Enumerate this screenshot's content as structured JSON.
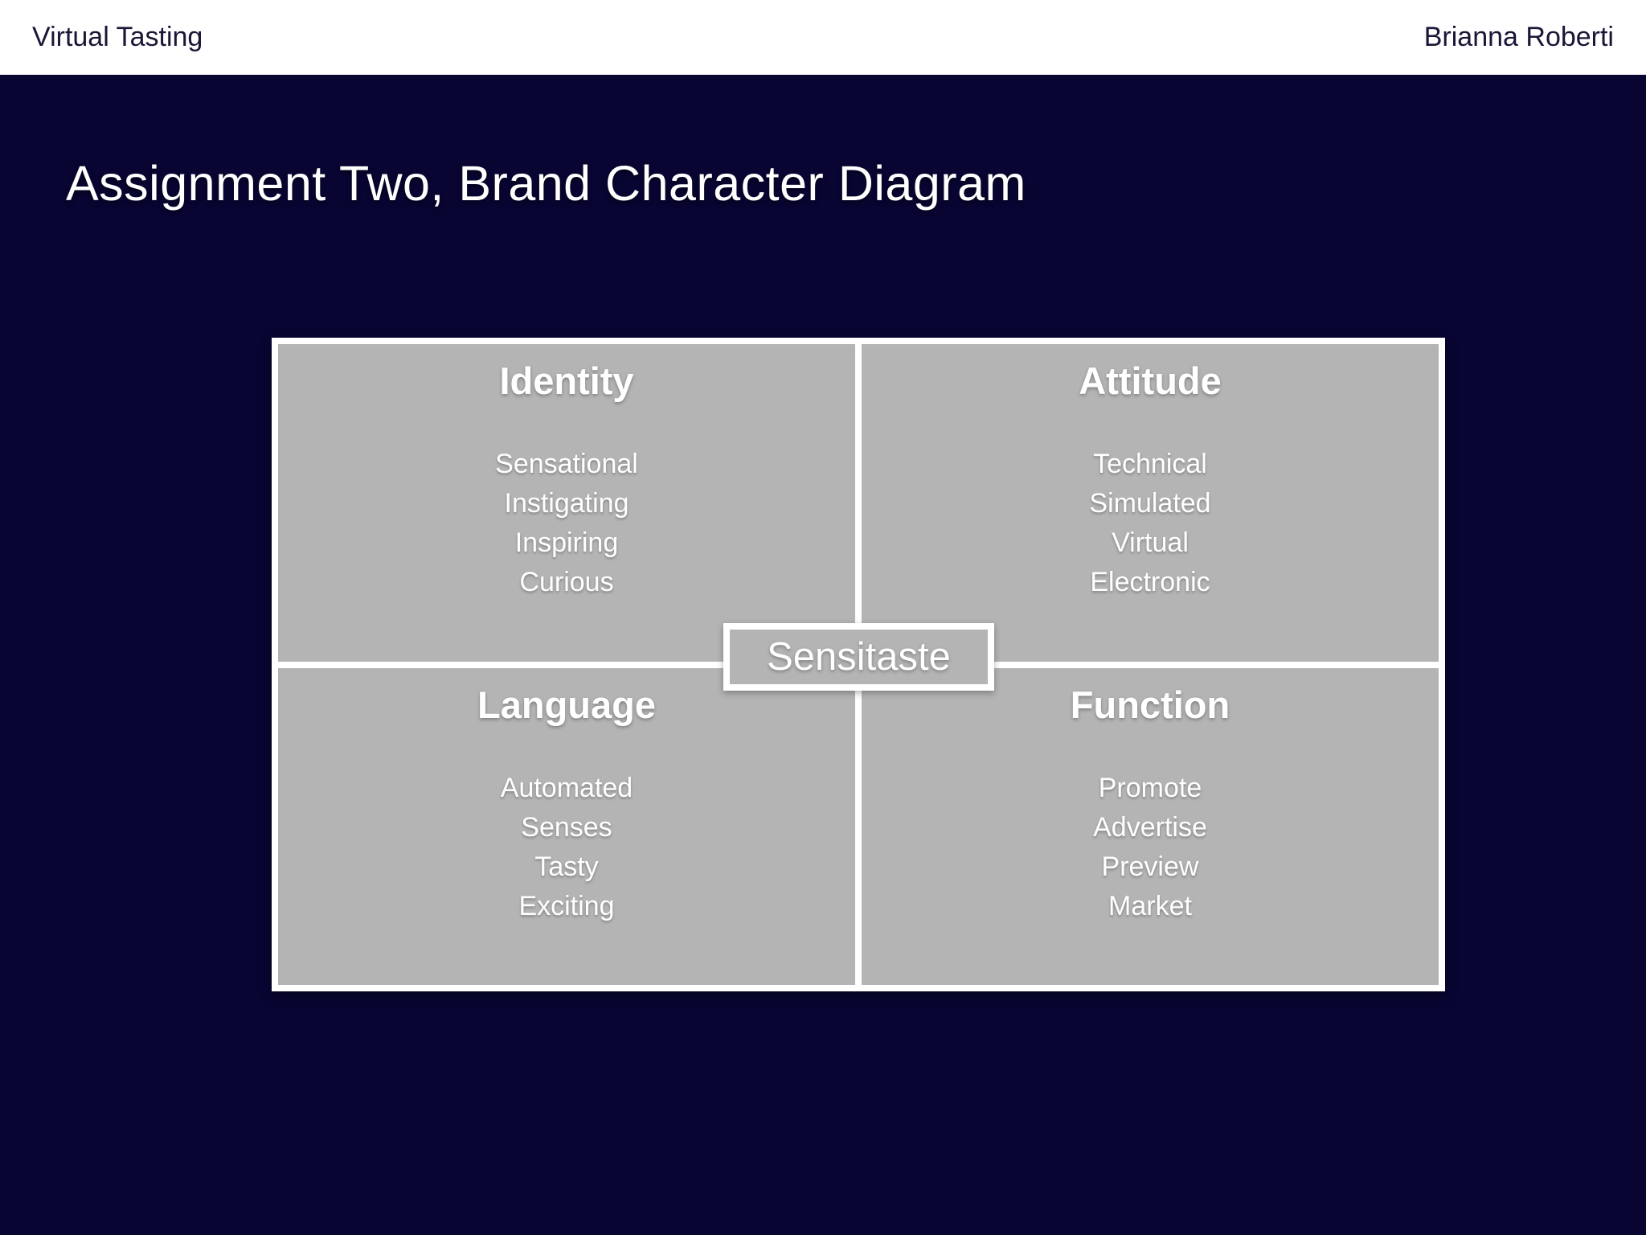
{
  "colors": {
    "background": "#080533",
    "topbar_bg": "#ffffff",
    "topbar_text": "#191636",
    "quadrant_bg": "#b4b4b4",
    "line_and_text": "#ffffff"
  },
  "topbar": {
    "left_label": "Virtual Tasting",
    "right_label": "Brianna Roberti"
  },
  "title": "Assignment Two, Brand Character Diagram",
  "diagram": {
    "center_label": "Sensitaste",
    "quadrants": [
      {
        "title": "Identity",
        "items": [
          "Sensational",
          "Instigating",
          "Inspiring",
          "Curious"
        ]
      },
      {
        "title": "Attitude",
        "items": [
          "Technical",
          "Simulated",
          "Virtual",
          "Electronic"
        ]
      },
      {
        "title": "Language",
        "items": [
          "Automated",
          "Senses",
          "Tasty",
          "Exciting"
        ]
      },
      {
        "title": "Function",
        "items": [
          "Promote",
          "Advertise",
          "Preview",
          "Market"
        ]
      }
    ]
  }
}
